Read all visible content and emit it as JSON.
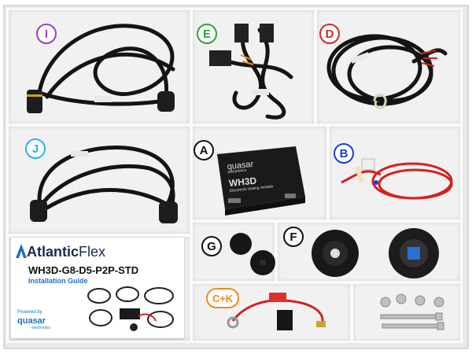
{
  "kit": {
    "brand_prefix": "A",
    "brand_name_bold": "Atlantic",
    "brand_name_rest": "Flex",
    "sku": "WH3D-G8-D5-P2P-STD",
    "guide_title": "Installation Guide",
    "powered_by": "Powered by",
    "powered_brand": "quasar",
    "powered_sub": "electronics"
  },
  "module": {
    "brand": "quasar",
    "brand_sub": "electronics",
    "model": "WH3D",
    "description": "Electronic towing module"
  },
  "labels": {
    "I": {
      "text": "I",
      "color": "#9b3fc3"
    },
    "E": {
      "text": "E",
      "color": "#2aa33a"
    },
    "D": {
      "text": "D",
      "color": "#d02a2a"
    },
    "J": {
      "text": "J",
      "color": "#25b6e6"
    },
    "A": {
      "text": "A",
      "color": "#111111"
    },
    "B": {
      "text": "B",
      "color": "#1b3fd1"
    },
    "G": {
      "text": "G",
      "color": "#111111"
    },
    "F": {
      "text": "F",
      "color": "#111111"
    },
    "CK": {
      "text": "C+K",
      "color": "#f08a1c"
    }
  },
  "icons": {
    "harness_color": "#141414",
    "wire_red": "#d62020",
    "fuse_red": "#e0302a"
  }
}
